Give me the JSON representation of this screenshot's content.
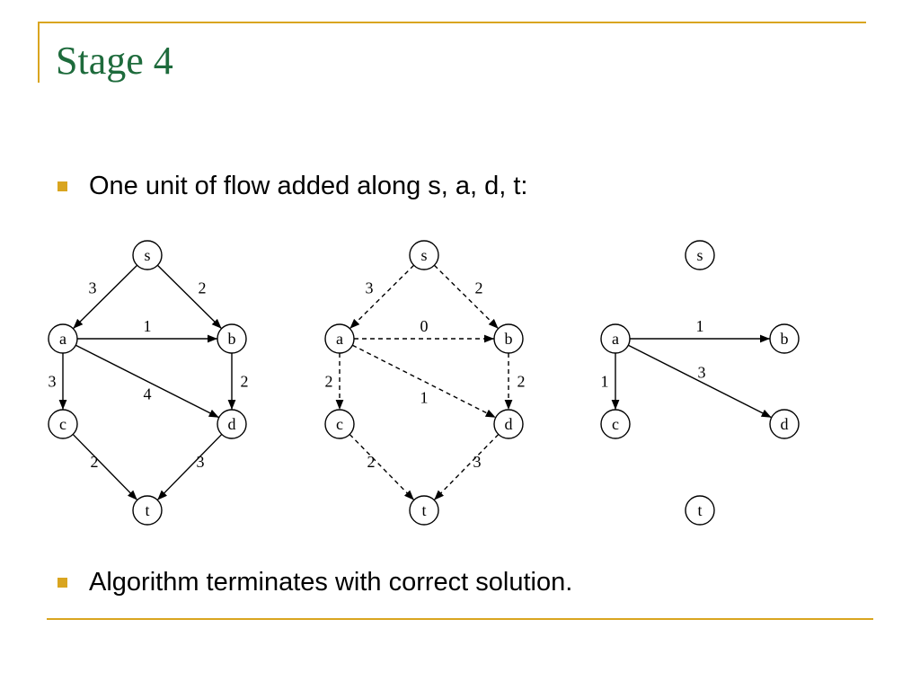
{
  "slide": {
    "title": "Stage 4",
    "bullets": [
      "One unit of flow added along s, a, d, t:",
      "Algorithm terminates with correct solution."
    ]
  },
  "colors": {
    "title": "#1e6b3c",
    "accent": "#d9a520",
    "bullet": "#d9a520",
    "text": "#000000"
  },
  "graphs": [
    {
      "name": "network",
      "nodes": [
        "s",
        "a",
        "b",
        "c",
        "d",
        "t"
      ],
      "edges": [
        {
          "from": "s",
          "to": "a",
          "label": "3",
          "style": "solid"
        },
        {
          "from": "s",
          "to": "b",
          "label": "2",
          "style": "solid"
        },
        {
          "from": "a",
          "to": "b",
          "label": "1",
          "style": "solid"
        },
        {
          "from": "a",
          "to": "c",
          "label": "3",
          "style": "solid"
        },
        {
          "from": "a",
          "to": "d",
          "label": "4",
          "style": "solid"
        },
        {
          "from": "b",
          "to": "d",
          "label": "2",
          "style": "solid"
        },
        {
          "from": "c",
          "to": "t",
          "label": "2",
          "style": "solid"
        },
        {
          "from": "d",
          "to": "t",
          "label": "3",
          "style": "solid"
        }
      ]
    },
    {
      "name": "residual",
      "nodes": [
        "s",
        "a",
        "b",
        "c",
        "d",
        "t"
      ],
      "edges": [
        {
          "from": "s",
          "to": "a",
          "label": "3",
          "style": "dashed"
        },
        {
          "from": "s",
          "to": "b",
          "label": "2",
          "style": "dashed"
        },
        {
          "from": "a",
          "to": "b",
          "label": "0",
          "style": "dashed"
        },
        {
          "from": "a",
          "to": "c",
          "label": "2",
          "style": "dashed"
        },
        {
          "from": "a",
          "to": "d",
          "label": "1",
          "style": "dashed"
        },
        {
          "from": "b",
          "to": "d",
          "label": "2",
          "style": "dashed"
        },
        {
          "from": "c",
          "to": "t",
          "label": "2",
          "style": "dashed"
        },
        {
          "from": "d",
          "to": "t",
          "label": "3",
          "style": "dashed"
        }
      ]
    },
    {
      "name": "remaining",
      "nodes": [
        "s",
        "a",
        "b",
        "c",
        "d",
        "t"
      ],
      "edges": [
        {
          "from": "a",
          "to": "b",
          "label": "1",
          "style": "solid"
        },
        {
          "from": "a",
          "to": "c",
          "label": "1",
          "style": "solid"
        },
        {
          "from": "a",
          "to": "d",
          "label": "3",
          "style": "solid"
        }
      ]
    }
  ]
}
